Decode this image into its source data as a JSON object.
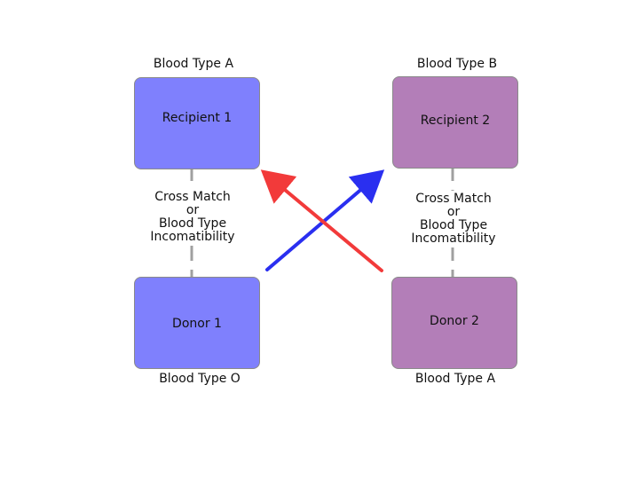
{
  "diagram": {
    "recipients": [
      {
        "label": "Recipient 1",
        "blood_type": "Blood Type A"
      },
      {
        "label": "Recipient 2",
        "blood_type": "Blood Type B"
      }
    ],
    "donors": [
      {
        "label": "Donor 1",
        "blood_type": "Blood Type O"
      },
      {
        "label": "Donor 2",
        "blood_type": "Blood Type A"
      }
    ],
    "incompatibility_labels": [
      {
        "line1": "Cross Match",
        "line2": "or",
        "line3": "Blood Type",
        "line4": "Incomatibility"
      },
      {
        "line1": "Cross Match",
        "line2": "or",
        "line3": "Blood Type",
        "line4": "Incomatibility"
      }
    ],
    "colors": {
      "pair_1_fill": "#7f80fd",
      "pair_2_fill": "#b37eb8",
      "arrow_donor1_to_recipient2": "#2a2ff0",
      "arrow_donor2_to_recipient1": "#f23a3a",
      "dashed_link": "#a0a0a0"
    }
  }
}
